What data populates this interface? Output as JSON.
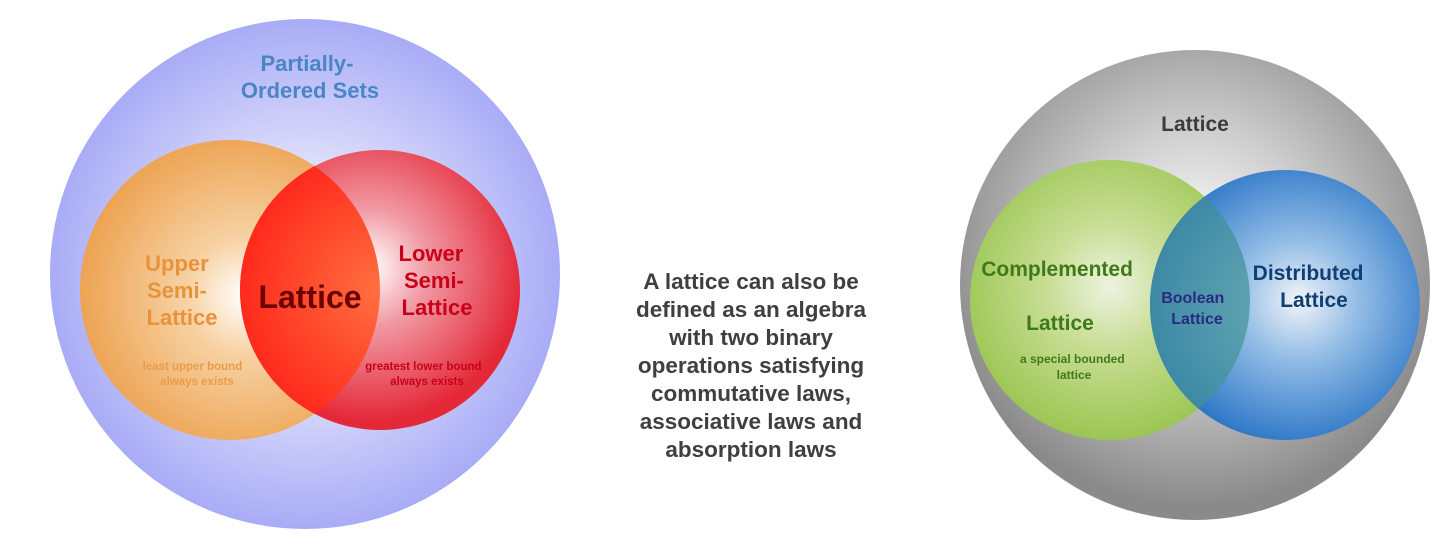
{
  "left_diagram": {
    "outer_title": [
      "Partially-",
      "Ordered Sets"
    ],
    "upper": {
      "title": [
        "Upper",
        "Semi-",
        "Lattice"
      ],
      "note": [
        "least upper bound",
        "always exists"
      ]
    },
    "lower": {
      "title": [
        "Lower",
        "Semi-",
        "Lattice"
      ],
      "note": [
        "greatest lower bound",
        "always exists"
      ]
    },
    "intersection": "Lattice"
  },
  "center_text": [
    "A lattice can also be",
    "defined as an algebra",
    "with two binary",
    "operations satisfying",
    "commutative laws,",
    "associative laws and",
    "absorption laws"
  ],
  "right_diagram": {
    "outer_title": "Lattice",
    "complemented": {
      "title": [
        "Complemented",
        "Lattice"
      ],
      "note": [
        "a special bounded",
        "lattice"
      ]
    },
    "distributed": {
      "title": [
        "Distributed",
        "Lattice"
      ]
    },
    "intersection": [
      "Boolean",
      "Lattice"
    ]
  },
  "colors": {
    "poset_title": "#4a86c5",
    "upper": "#e8923a",
    "lower": "#c8001a",
    "lattice_center": "#6b0000",
    "right_title": "#3c3c3c",
    "complemented": "#3f7a1a",
    "distributed": "#0f3f73",
    "boolean": "#2a2a80",
    "center_text": "#3f3f3f"
  }
}
